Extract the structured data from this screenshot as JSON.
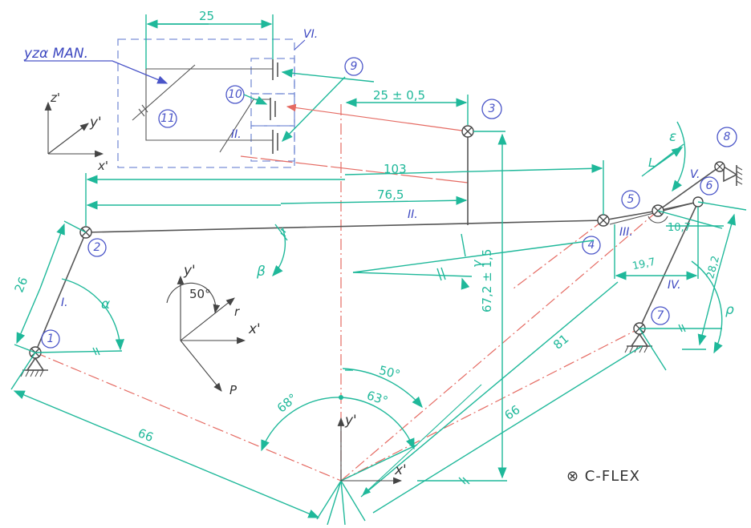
{
  "dimensions": {
    "d25_top": "25",
    "d25_tol": "25 ± 0,5",
    "d103": "103",
    "d765": "76,5",
    "d26": "26",
    "d672": "67,2 ± 1,5",
    "d66a": "66",
    "d66b": "66",
    "d81": "81",
    "d107": "10,7",
    "d197": "19,7",
    "d282": "28,2",
    "L": "L"
  },
  "angles": {
    "alpha": "α",
    "beta": "β",
    "gamma": "γ",
    "rho": "ρ",
    "epsilon": "ε",
    "a50": "50°",
    "a68": "68°",
    "a63": "63°",
    "a50b": "50°"
  },
  "nodes": [
    "1",
    "2",
    "3",
    "4",
    "5",
    "6",
    "7",
    "8",
    "9",
    "10",
    "11"
  ],
  "links": {
    "I": "I.",
    "II": "II.",
    "II_inset": "II.",
    "III": "III.",
    "IV": "IV.",
    "V": "V.",
    "VI": "VI."
  },
  "labels": {
    "manipulator": "yzα MAN.",
    "legend": "⊗ C-FLEX"
  },
  "axes": {
    "z": "z'",
    "y": "y'",
    "x": "x'",
    "r": "r",
    "P": "P"
  },
  "colors": {
    "dimension": "#1fb89a",
    "node": "#4a55c8",
    "construction": "#e56a62",
    "frame": "#7a8fd6",
    "linkage": "#555555"
  }
}
